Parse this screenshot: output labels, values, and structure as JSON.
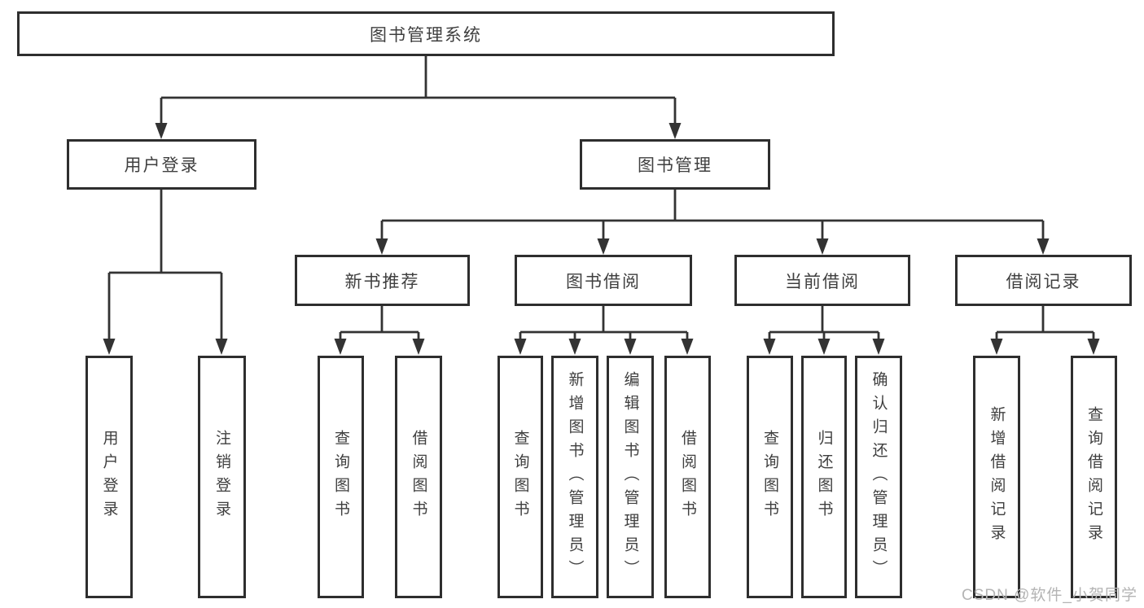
{
  "tree": {
    "label": "图书管理系统",
    "children": [
      {
        "label": "用户登录",
        "children": [
          {
            "label": "用户登录"
          },
          {
            "label": "注销登录"
          }
        ]
      },
      {
        "label": "图书管理",
        "children": [
          {
            "label": "新书推荐",
            "children": [
              {
                "label": "查询图书"
              },
              {
                "label": "借阅图书"
              }
            ]
          },
          {
            "label": "图书借阅",
            "children": [
              {
                "label": "查询图书"
              },
              {
                "label": "新增图书（管理员）"
              },
              {
                "label": "编辑图书（管理员）"
              },
              {
                "label": "借阅图书"
              }
            ]
          },
          {
            "label": "当前借阅",
            "children": [
              {
                "label": "查询图书"
              },
              {
                "label": "归还图书"
              },
              {
                "label": "确认归还（管理员）"
              }
            ]
          },
          {
            "label": "借阅记录",
            "children": [
              {
                "label": "新增借阅记录"
              },
              {
                "label": "查询借阅记录"
              }
            ]
          }
        ]
      }
    ]
  },
  "watermark": "CSDN @软件_小贺同学",
  "colors": {
    "line": "#333333",
    "border": "#2e2e2e",
    "text": "#3f3f3f",
    "watermark": "#b4b4b4",
    "background": "#ffffff"
  }
}
